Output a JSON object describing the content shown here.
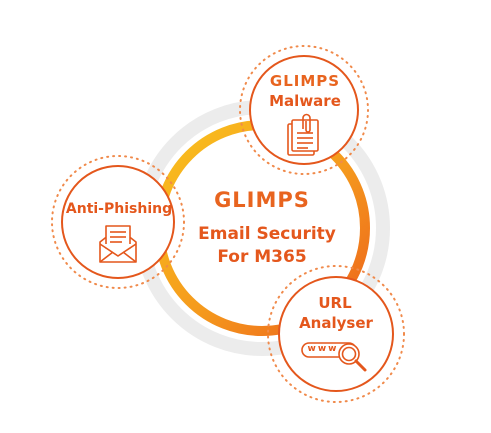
{
  "center": {
    "brand": "GLIMPS",
    "title_line1": "Email Security",
    "title_line2": "For M365"
  },
  "nodes": {
    "malware": {
      "brand": "GLIMPS",
      "label": "Malware",
      "icon": "document-clip-icon"
    },
    "antiphishing": {
      "label": "Anti-Phishing",
      "icon": "envelope-letter-icon"
    },
    "url": {
      "label_line1": "URL",
      "label_line2": "Analyser",
      "www": "www",
      "icon": "url-search-icon"
    }
  },
  "colors": {
    "accent": "#e4571c",
    "ring_gradient_start": "#f7b21b",
    "ring_gradient_end": "#ef6a1e",
    "halo": "#eeeeee"
  }
}
